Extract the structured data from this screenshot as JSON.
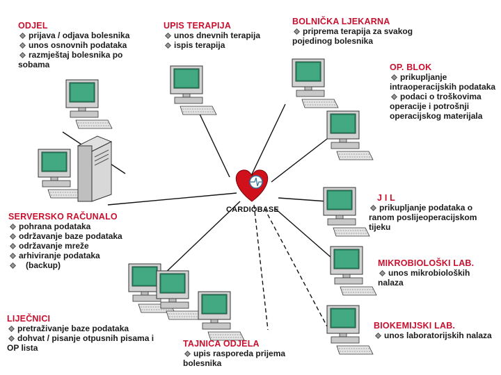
{
  "nodes": {
    "odjel": {
      "title": "ODJEL",
      "items": [
        "prijava / odjava bolesnika",
        "unos osnovnih podataka",
        "razmještaj bolesnika po sobama"
      ]
    },
    "upis_terapija": {
      "title": "UPIS TERAPIJA",
      "items": [
        "unos dnevnih terapija",
        "ispis terapija"
      ]
    },
    "bolnicka_ljekarna": {
      "title": "BOLNIČKA LJEKARNA",
      "items": [
        "priprema terapija za svakog pojedinog bolesnika"
      ]
    },
    "op_blok": {
      "title": "OP. BLOK",
      "items": [
        "prikupljanje intraoperacijskih podataka",
        "podaci o troškovima operacije i potrošnji operacijskog materijala"
      ]
    },
    "jil": {
      "title": "J I L",
      "items": [
        "prikupljanje podataka o ranom poslijeoperacijskom tijeku"
      ]
    },
    "serversko_racunalo": {
      "title": "SERVERSKO RAČUNALO",
      "items": [
        "pohrana podataka",
        "održavanje baze podataka",
        "održavanje mreže",
        "arhiviranje podataka",
        "(backup)"
      ]
    },
    "cardiobase": {
      "title": "CARDIOBASE"
    },
    "mikrobioloski_lab": {
      "title": "MIKROBIOLOŠKI LAB.",
      "items": [
        "unos mikrobioloških nalaza"
      ]
    },
    "lijecnici": {
      "title": "LIJEČNICI",
      "items": [
        "pretraživanje baze podataka",
        "dohvat / pisanje otpusnih pisama i OP lista"
      ]
    },
    "tajnica_odjela": {
      "title": "TAJNICA ODJELA",
      "items": [
        "upis rasporeda prijema bolesnika"
      ]
    },
    "biokemijski_lab": {
      "title": "BIOKEMIJSKI LAB.",
      "items": [
        "unos laboratorijskih nalaza"
      ]
    }
  },
  "colors": {
    "title_red": "#c8102e",
    "screen_green": "#2f8f6a",
    "monitor_body": "#cfcfcf",
    "link_line": "#111111",
    "heart_red": "#d0101a"
  },
  "icons": [
    "computer-icon",
    "server-icon",
    "heart-logo",
    "bullet-icon"
  ]
}
